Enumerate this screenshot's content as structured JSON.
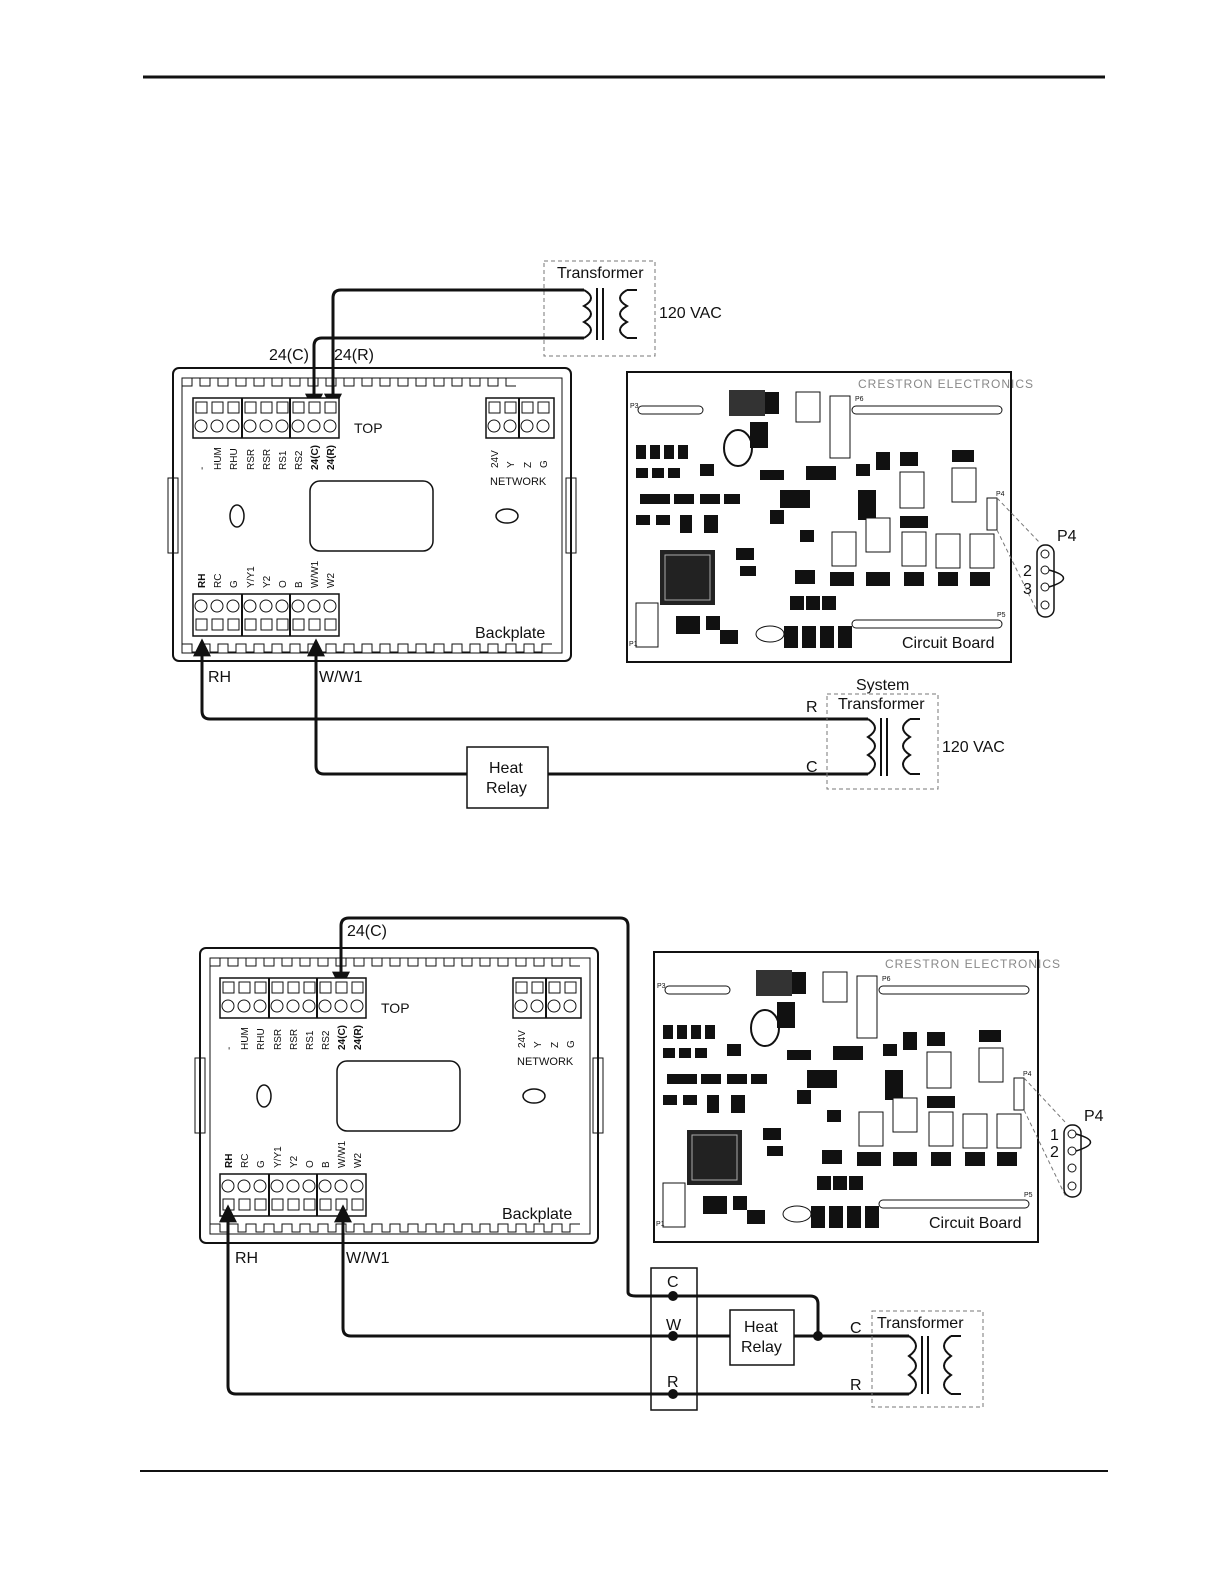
{
  "diagrams": [
    {
      "transformer_label": "Transformer",
      "voltage_label": "120 VAC",
      "wire_labels": {
        "c24": "24(C)",
        "r24": "24(R)"
      },
      "backplate": {
        "top_label": "TOP",
        "label": "Backplate",
        "top_terminals": [
          "-",
          "HUM",
          "RHU",
          "RSR",
          "RSR",
          "RS1",
          "RS2",
          "24(C)",
          "24(R)"
        ],
        "network_terminals": [
          "24V",
          "Y",
          "Z",
          "G"
        ],
        "network_label": "NETWORK",
        "bottom_terminals": [
          "RH",
          "RC",
          "G",
          "Y/Y1",
          "Y2",
          "O",
          "B",
          "W/W1",
          "W2"
        ]
      },
      "circuit_board": {
        "brand": "CRESTRON ELECTRONICS",
        "label": "Circuit Board",
        "conn_p3": "P3",
        "conn_p5": "P5",
        "conn_p6": "P6",
        "conn_p4": "P4",
        "conn_p1": "P1"
      },
      "p4_callout": {
        "title": "P4",
        "pins": [
          "2",
          "3"
        ]
      },
      "bottom_labels": {
        "rh": "RH",
        "ww1": "W/W1"
      },
      "system_transformer": {
        "line1": "System",
        "line2": "Transformer",
        "voltage": "120 VAC",
        "r": "R",
        "c": "C"
      },
      "heat_relay": {
        "line1": "Heat",
        "line2": "Relay"
      }
    },
    {
      "wire_labels": {
        "c24": "24(C)"
      },
      "backplate": {
        "top_label": "TOP",
        "label": "Backplate",
        "top_terminals": [
          "-",
          "HUM",
          "RHU",
          "RSR",
          "RSR",
          "RS1",
          "RS2",
          "24(C)",
          "24(R)"
        ],
        "network_terminals": [
          "24V",
          "Y",
          "Z",
          "G"
        ],
        "network_label": "NETWORK",
        "bottom_terminals": [
          "RH",
          "RC",
          "G",
          "Y/Y1",
          "Y2",
          "O",
          "B",
          "W/W1",
          "W2"
        ]
      },
      "circuit_board": {
        "brand": "CRESTRON ELECTRONICS",
        "label": "Circuit Board",
        "conn_p3": "P3",
        "conn_p5": "P5",
        "conn_p6": "P6",
        "conn_p4": "P4",
        "conn_p1": "P1"
      },
      "p4_callout": {
        "title": "P4",
        "pins": [
          "1",
          "2"
        ]
      },
      "bottom_labels": {
        "rh": "RH",
        "ww1": "W/W1"
      },
      "terminal_strip": {
        "c": "C",
        "w": "W",
        "r": "R"
      },
      "heat_relay": {
        "line1": "Heat",
        "line2": "Relay"
      },
      "transformer": {
        "label": "Transformer",
        "c": "C",
        "r": "R"
      }
    }
  ]
}
